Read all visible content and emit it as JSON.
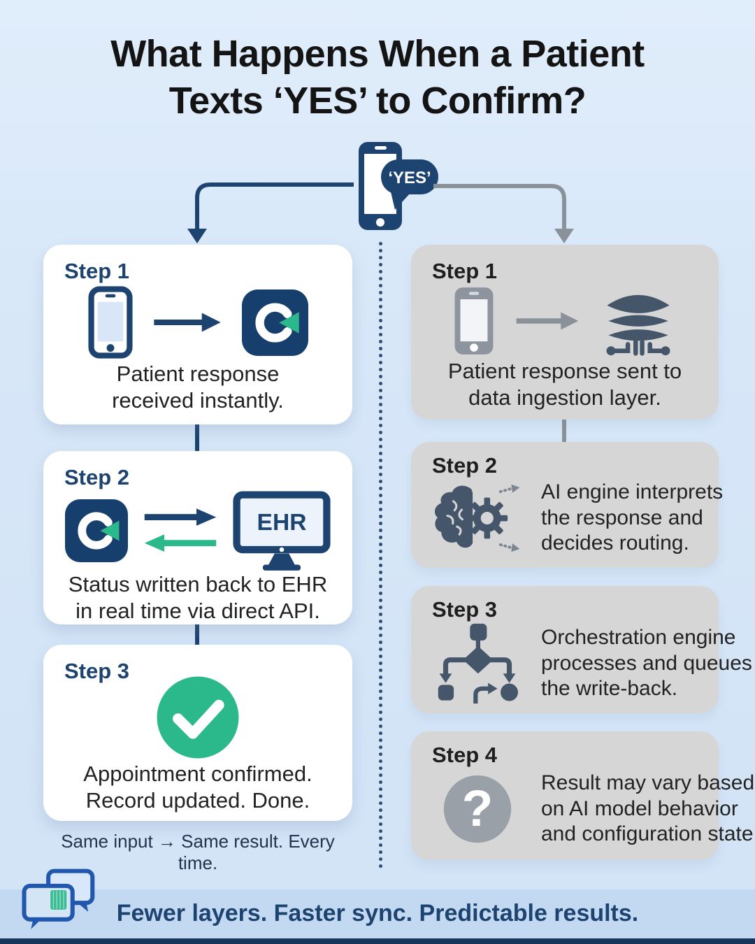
{
  "title": {
    "lines": [
      "What Happens When a Patient",
      "Texts ‘YES’ to Confirm?"
    ]
  },
  "phone_graphic": {
    "bubble_text": "‘YES’",
    "icon": "smartphone-yes-bubble-icon"
  },
  "left_column": {
    "steps": [
      {
        "label": "Step 1",
        "icons": [
          "smartphone-icon",
          "arrow-right-icon",
          "app-logo-icon"
        ],
        "lines": [
          "Patient response",
          "received instantly."
        ]
      },
      {
        "label": "Step 2",
        "icons": [
          "app-logo-icon",
          "sync-arrows-icon",
          "ehr-monitor-icon"
        ],
        "monitor_label": "EHR",
        "lines": [
          "Status written back to EHR",
          "in real time via direct API."
        ]
      },
      {
        "label": "Step 3",
        "icons": [
          "check-circle-icon"
        ],
        "lines": [
          "Appointment confirmed.",
          "Record updated. Done."
        ]
      }
    ],
    "caption": "Same input → Same result. Every time."
  },
  "right_column": {
    "steps": [
      {
        "label": "Step 1",
        "icons": [
          "smartphone-icon",
          "arrow-right-icon",
          "data-layers-icon"
        ],
        "lines": [
          "Patient response sent to",
          "data ingestion layer."
        ]
      },
      {
        "label": "Step 2",
        "icons": [
          "brain-gear-icon"
        ],
        "lines": [
          "AI engine interprets",
          "the response and",
          "decides routing."
        ]
      },
      {
        "label": "Step 3",
        "icons": [
          "orchestration-flow-icon"
        ],
        "lines": [
          "Orchestration engine",
          "processes and queues",
          "the write-back."
        ]
      },
      {
        "label": "Step 4",
        "icons": [
          "question-circle-icon"
        ],
        "lines": [
          "Result may vary based",
          "on AI model behavior",
          "and configuration state."
        ]
      }
    ]
  },
  "footer": {
    "text": "Fewer layers. Faster sync. Predictable results.",
    "icon": "chat-bubbles-icon"
  },
  "colors": {
    "background": "#d7e7f8",
    "card_white": "#ffffff",
    "card_gray": "#d6d6d7",
    "navy": "#1d4370",
    "green": "#2bb98c",
    "slate": "#46566a",
    "icon_gray": "#8d949e",
    "footer_band": "#c3d9f1",
    "bottom_strip": "#16365c",
    "chat_blue": "#2157ac",
    "title_text": "#141414",
    "body_text": "#222222"
  }
}
